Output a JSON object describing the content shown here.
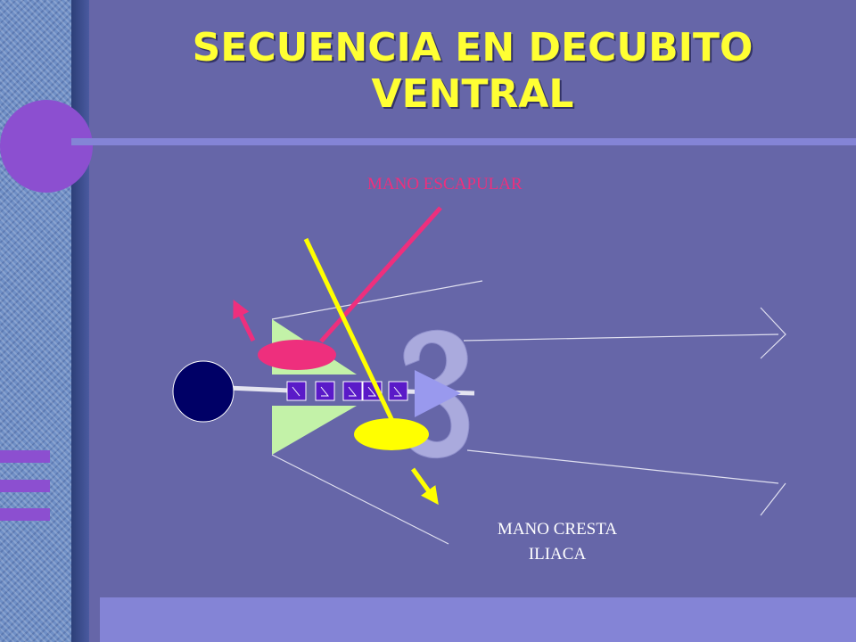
{
  "slide": {
    "title_line1": "SECUENCIA EN DECUBITO",
    "title_line2": "VENTRAL"
  },
  "diagram": {
    "label_scapular_hand": "MANO ESCAPULAR",
    "label_iliac_hand_line1": "MANO CRESTA",
    "label_iliac_hand_line2": "ILIACA",
    "vertebra_count": 5
  },
  "colors": {
    "background": "#6666a8",
    "title": "#ffff33",
    "scapular_hand": "#ee2f7d",
    "iliac_hand": "#ffff00",
    "head": "#000066",
    "scapula_triangles": "#c3f2a8",
    "vertebrae": "#5a1ac8",
    "pelvis": "#aaaadd",
    "sacrum": "#9999ee"
  }
}
